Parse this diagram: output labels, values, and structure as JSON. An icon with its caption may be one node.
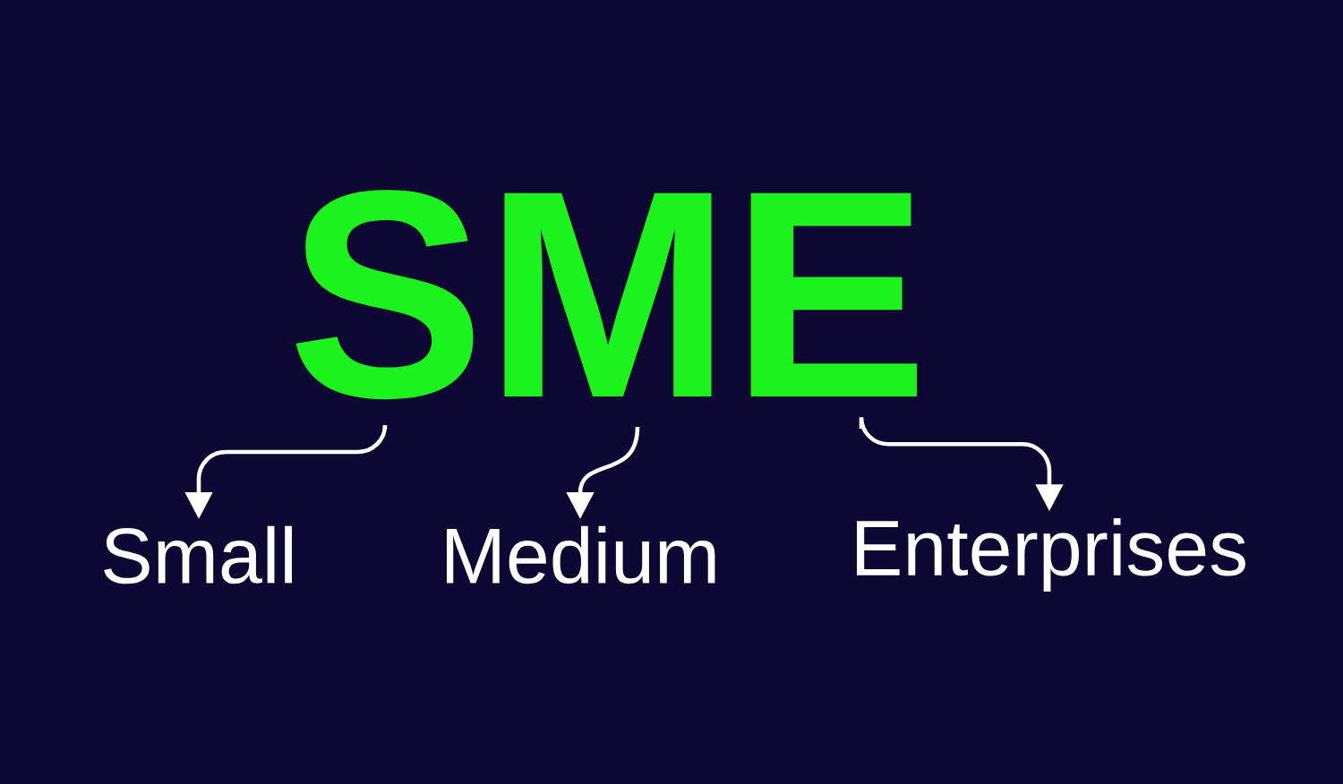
{
  "diagram": {
    "nodes": [
      {
        "text": [
          "SME"
        ]
      },
      {
        "text": [
          "Small"
        ]
      },
      {
        "text": [
          "Medium"
        ]
      },
      {
        "text": [
          "Enterprises"
        ]
      }
    ],
    "edges": [
      {
        "from": 0,
        "to": 1,
        "arrow": "to"
      },
      {
        "from": 0,
        "to": 2,
        "arrow": "to"
      },
      {
        "from": 0,
        "to": 3,
        "arrow": "to"
      }
    ]
  }
}
